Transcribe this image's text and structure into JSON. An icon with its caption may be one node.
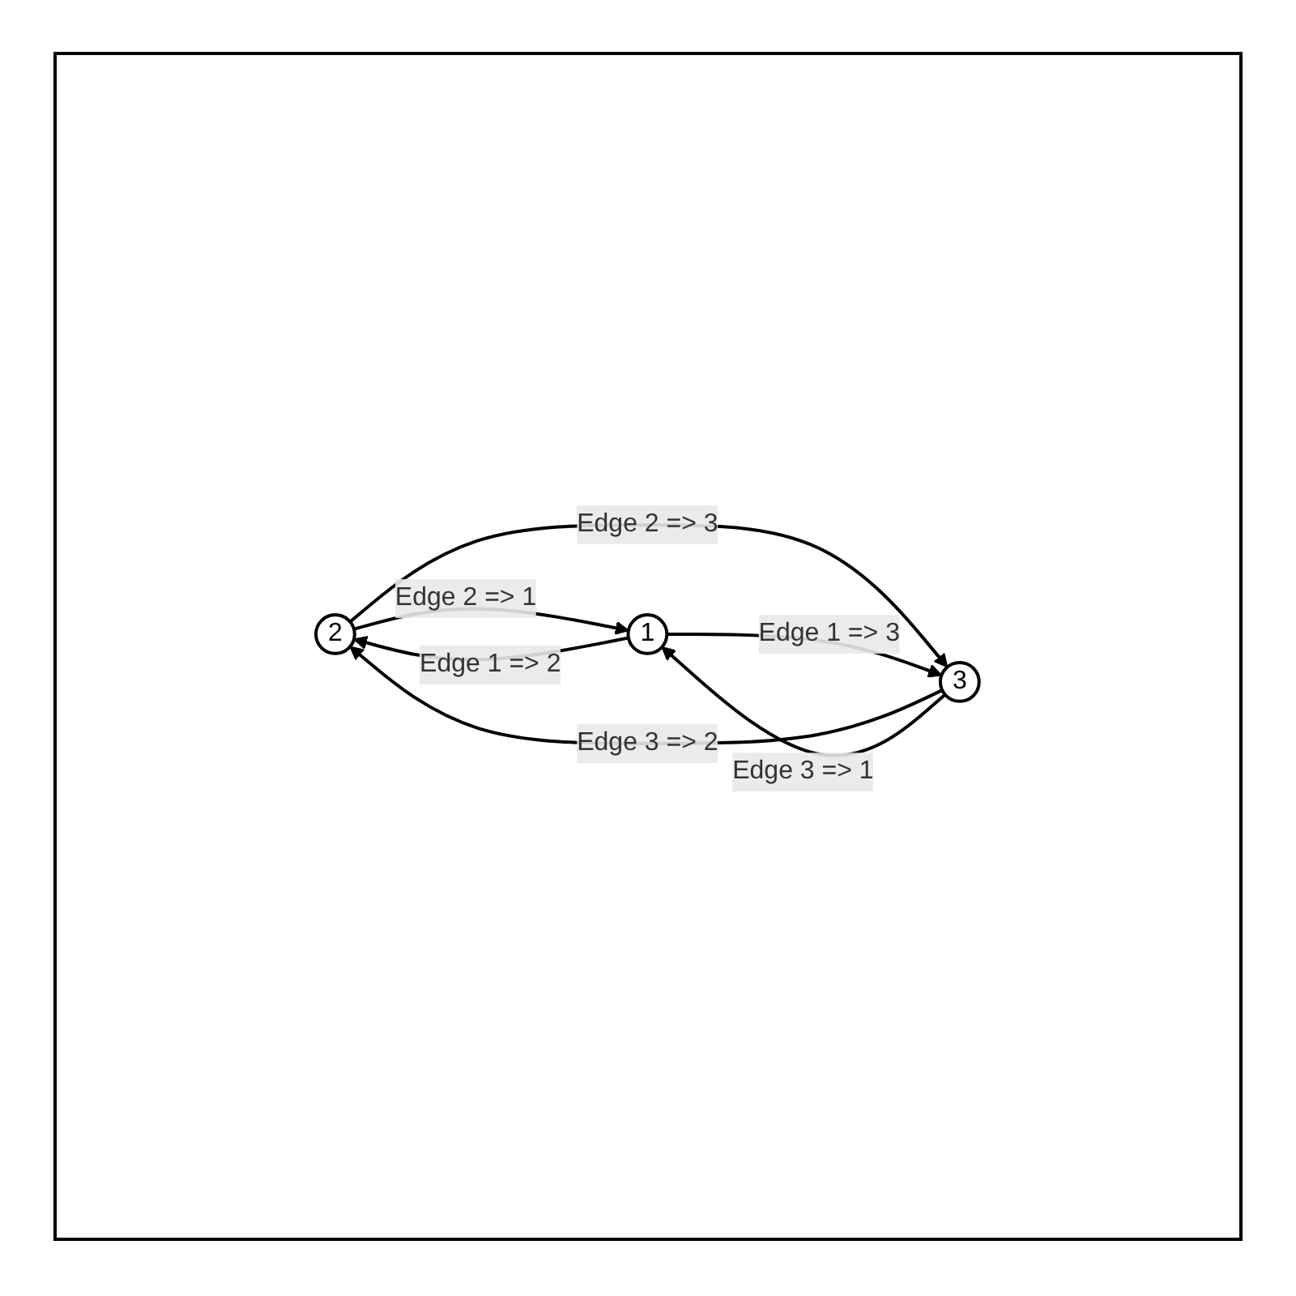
{
  "diagram": {
    "nodes": [
      {
        "text": [
          "2"
        ]
      },
      {
        "text": [
          "1"
        ]
      },
      {
        "text": [
          "3"
        ]
      }
    ],
    "edges": [
      {
        "from": 0,
        "to": 1,
        "arrow": "to",
        "label": "Edge 2 => 1"
      },
      {
        "from": 1,
        "to": 0,
        "arrow": "to",
        "label": "Edge 1 => 2"
      },
      {
        "from": 0,
        "to": 2,
        "arrow": "to",
        "label": "Edge 2 => 3"
      },
      {
        "from": 2,
        "to": 0,
        "arrow": "to",
        "label": "Edge 3 => 2"
      },
      {
        "from": 2,
        "to": 1,
        "arrow": "to",
        "label": "Edge 3 => 1"
      },
      {
        "from": 1,
        "to": 2,
        "arrow": "to",
        "label": "Edge 1 => 3"
      }
    ]
  }
}
